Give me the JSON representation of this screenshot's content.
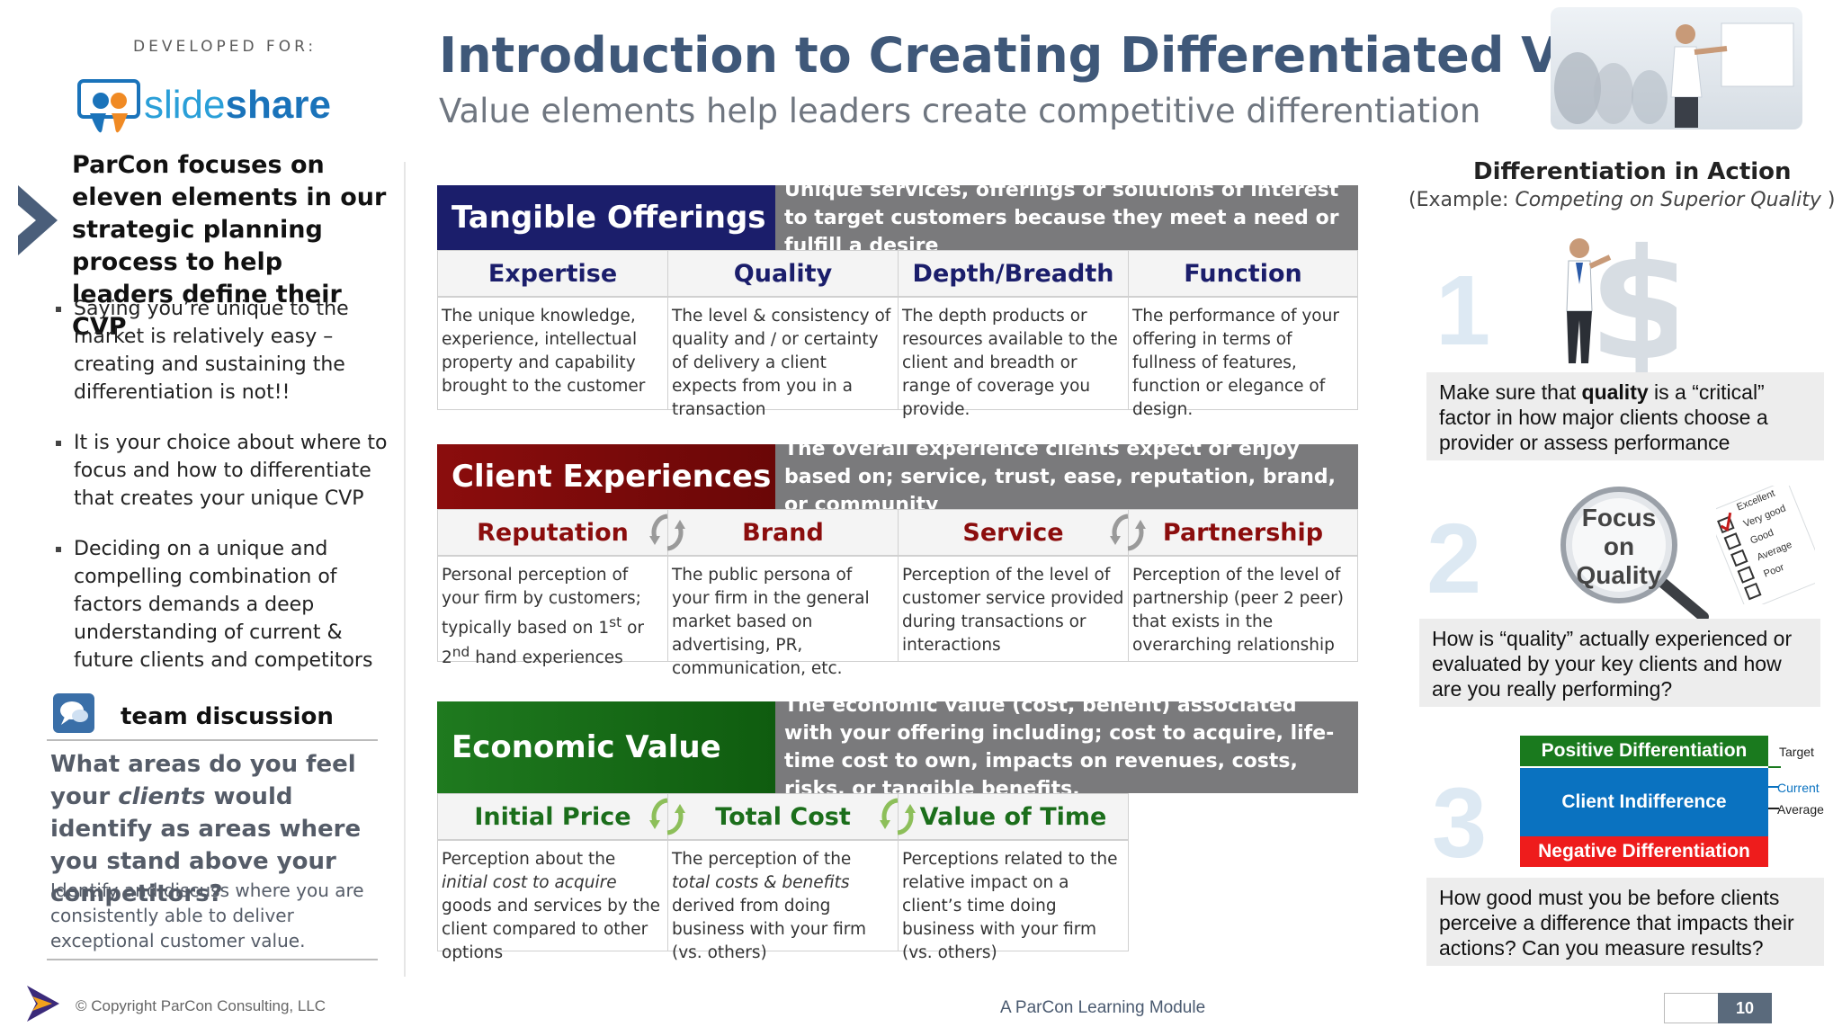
{
  "sidebar": {
    "developed_for": "DEVELOPED FOR:",
    "logo_text_a": "slide",
    "logo_text_b": "share",
    "intro": "ParCon focuses on eleven elements in our strategic planning process to help leaders define their CVP",
    "bullets": [
      "Saying you’re unique to the market is relatively easy – creating and sustaining the differentiation is not!!",
      "It is your choice about where to focus and how to differentiate that creates your unique CVP",
      "Deciding on a unique and compelling combination of factors demands a deep understanding of current & future clients and competitors"
    ],
    "team_label": "team discussion",
    "question_a": "What areas do you feel your ",
    "question_em": "clients",
    "question_b": " would identify as areas where you stand above your competitors?",
    "question_sub": "Identify and discuss where you are consistently able to deliver exceptional customer value."
  },
  "header": {
    "title": "Introduction to Creating Differentiated Value",
    "subtitle": "Value elements help leaders create competitive differentiation"
  },
  "sections": {
    "tangible": {
      "title": "Tangible Offerings",
      "desc": "Unique services, offerings or solutions of interest to target customers because they meet a need or fulfill a desire",
      "color": "#1b1e6b",
      "text_color": "#1b1e6b",
      "columns": [
        {
          "head": "Expertise",
          "body": "The unique knowledge, experience, intellectual property and capability brought to the customer"
        },
        {
          "head": "Quality",
          "body": "The level & consistency of quality and / or certainty of delivery a client expects from you in a transaction"
        },
        {
          "head": "Depth/Breadth",
          "body": "The depth products or resources available to the client and breadth or range of coverage you provide."
        },
        {
          "head": "Function",
          "body": "The performance of your offering in terms of fullness of features, function or elegance of design."
        }
      ]
    },
    "client": {
      "title": "Client Experiences",
      "desc": "The overall experience clients expect or enjoy based on; service, trust, ease, reputation, brand, or community",
      "color": "#8b0d0d",
      "text_color": "#8b0d0d",
      "columns": [
        {
          "head": "Reputation",
          "body_a": "Personal perception of your firm by customers; typically based on 1",
          "sup1": "st",
          "body_b": " or 2",
          "sup2": "nd",
          "body_c": " hand experiences"
        },
        {
          "head": "Brand",
          "body": "The public persona of your firm in the general market based on advertising, PR, communication, etc."
        },
        {
          "head": "Service",
          "body": "Perception of the level of customer service provided during transactions or interactions"
        },
        {
          "head": "Partnership",
          "body": "Perception of the level of partnership (peer 2 peer) that exists in the overarching relationship"
        }
      ]
    },
    "econ": {
      "title": "Economic Value",
      "desc": "The economic value (cost, benefit) associated with your offering including; cost to acquire, life-time cost to own, impacts on revenues, costs, risks, or tangible benefits.",
      "color": "#1b6e1b",
      "text_color": "#1b6e1b",
      "columns": [
        {
          "head": "Initial Price",
          "body_a": "Perception about the ",
          "em": "initial cost to acquire",
          "body_b": " goods and services by the client compared to other options"
        },
        {
          "head": "Total Cost",
          "body_a": "The perception of the ",
          "em": "total costs & benefits",
          "body_b": " derived from doing business with your firm (vs. others)"
        },
        {
          "head": "Value of Time",
          "body": "Perceptions related to the relative impact on a client’s time doing business with your firm (vs. others)"
        }
      ]
    }
  },
  "right": {
    "title": "Differentiation in Action",
    "example_a": "(Example: ",
    "example_em": "Competing on Superior Quality",
    "example_b": " )",
    "num1": "1",
    "num2": "2",
    "num3": "3",
    "box1_a": "Make sure that ",
    "box1_b": "quality",
    "box1_c": " is a “critical” factor in how major clients choose a provider or assess performance",
    "box2": "How is “quality” actually  experienced or evaluated by your key clients and how are you really performing?",
    "box3": "How good must you be before clients perceive a difference that impacts their actions?  Can you measure results?",
    "focus_1": "Focus",
    "focus_2": "on",
    "focus_3": "Quality",
    "checklist": [
      "Excellent",
      "Very good",
      "Good",
      "Average",
      "Poor"
    ],
    "bars": {
      "positive": "Positive Differentiation",
      "indifference": "Client Indifference",
      "negative": "Negative Differentiation",
      "target": "Target",
      "current": "Current",
      "average": "Average"
    }
  },
  "footer": {
    "copyright": "© Copyright ParCon Consulting, LLC",
    "module": "A ParCon Learning Module",
    "page": "10"
  }
}
